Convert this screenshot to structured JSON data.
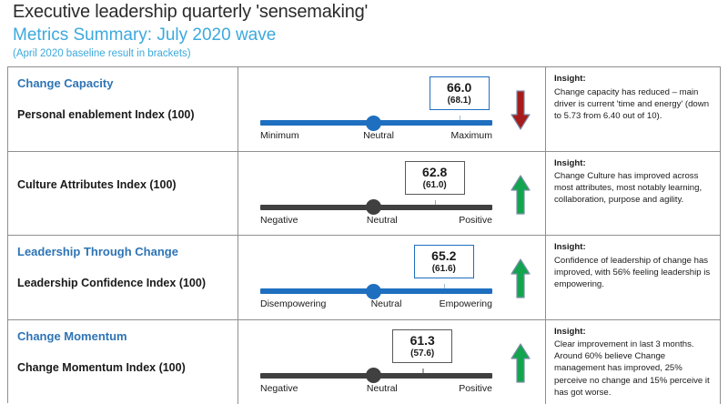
{
  "header": {
    "title": "Executive leadership quarterly 'sensemaking'",
    "subtitle": "Metrics Summary: July 2020 wave",
    "note": "(April 2020 baseline result in brackets)"
  },
  "insight_heading": "Insight:",
  "colors": {
    "blue_accent": "#2e74b5",
    "sky_blue": "#3ca9dd",
    "slider_blue": "#1F6FC0",
    "slider_grey": "#404040",
    "arrow_up_green": "#12A44E",
    "arrow_down_red": "#A61C1C",
    "border_grey": "#8f8f8f"
  },
  "rows": [
    {
      "category": "Change Capacity",
      "index_label": "Personal enablement Index (100)",
      "style": "blue",
      "value": "66.0",
      "baseline": "(68.1)",
      "value_pos_pct": 72,
      "knob_pos_pct": 49,
      "scale": {
        "left": "Minimum",
        "mid": "Neutral",
        "right": "Maximum"
      },
      "trend": "down",
      "trend_icon": "arrow-down-icon",
      "insight": "Change capacity has reduced – main driver is current  'time and energy' (down to 5.73 from 6.40 out of 10)."
    },
    {
      "category": "",
      "index_label": "Culture Attributes Index (100)",
      "style": "grey",
      "value": "62.8",
      "baseline": "(61.0)",
      "value_pos_pct": 64,
      "knob_pos_pct": 49,
      "scale": {
        "left": "Negative",
        "mid": "Neutral",
        "right": "Positive"
      },
      "trend": "up",
      "trend_icon": "arrow-up-icon",
      "insight": "Change Culture has improved across most attributes, most notably learning, collaboration, purpose and agility."
    },
    {
      "category": "Leadership Through Change",
      "index_label": "Leadership Confidence Index (100)",
      "style": "blue",
      "value": "65.2",
      "baseline": "(61.6)",
      "value_pos_pct": 67,
      "knob_pos_pct": 49,
      "scale": {
        "left": "Disempowering",
        "mid": "Neutral",
        "right": "Empowering"
      },
      "trend": "up",
      "trend_icon": "arrow-up-icon",
      "insight": "Confidence of leadership of change has improved, with 56% feeling leadership is empowering."
    },
    {
      "category": "Change Momentum",
      "index_label": "Change Momentum Index (100)",
      "style": "grey",
      "value": "61.3",
      "baseline": "(57.6)",
      "value_pos_pct": 60,
      "knob_pos_pct": 49,
      "scale": {
        "left": "Negative",
        "mid": "Neutral",
        "right": "Positive"
      },
      "trend": "up",
      "trend_icon": "arrow-up-icon",
      "insight": "Clear improvement in last 3 months. Around 60% believe Change management has improved, 25% perceive no change and 15% perceive it has got worse."
    }
  ]
}
